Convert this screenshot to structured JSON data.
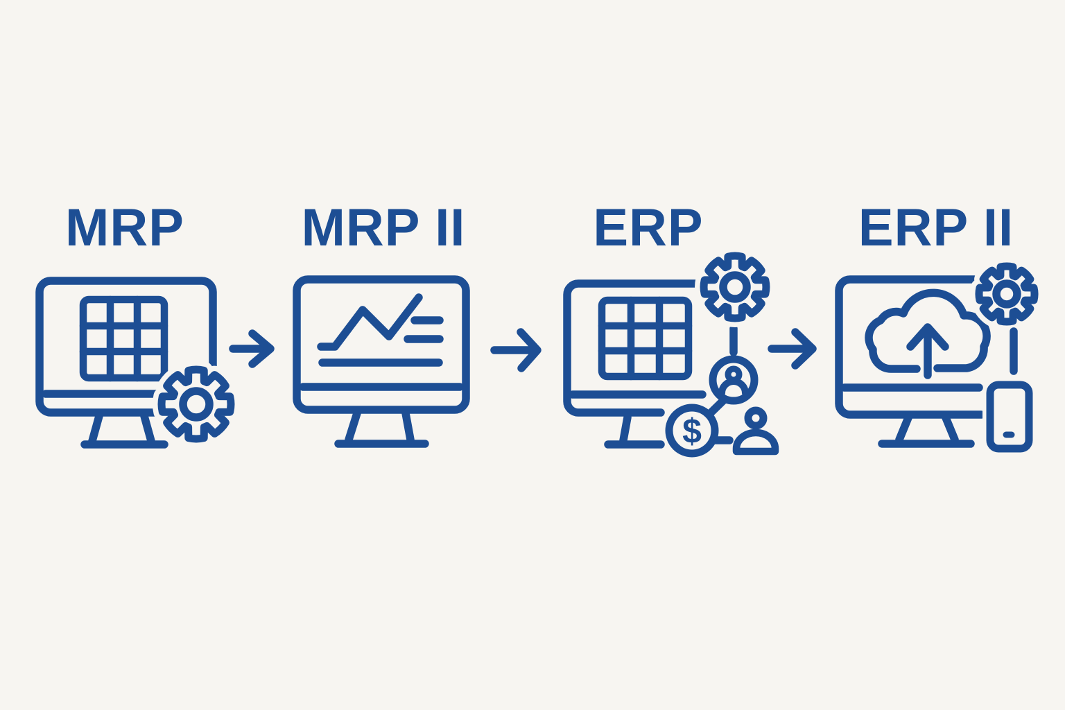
{
  "diagram": {
    "type": "evolution-flow",
    "stages": [
      {
        "label": "MRP",
        "icon": "monitor-grid-with-gear"
      },
      {
        "label": "MRP II",
        "icon": "monitor-line-chart"
      },
      {
        "label": "ERP",
        "icon": "monitor-grid-with-gear-user-dollar-network"
      },
      {
        "label": "ERP II",
        "icon": "monitor-cloud-upload-with-gear-and-mobile"
      }
    ],
    "connector_icon": "arrow-right-icon",
    "dollar_symbol": "$"
  },
  "colors": {
    "accent": "#1d4e94",
    "background": "#f7f5f1"
  }
}
